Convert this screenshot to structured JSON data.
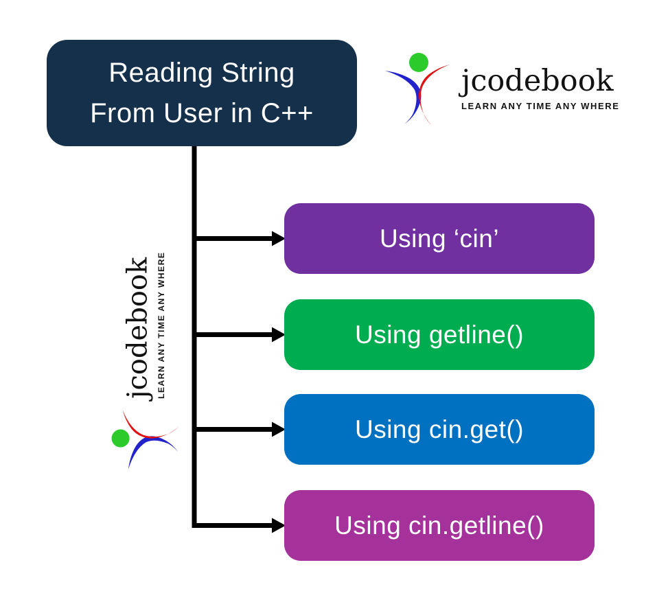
{
  "header": {
    "title_line1": "Reading String",
    "title_line2": "From User in C++",
    "bg": "#15304B"
  },
  "brand": {
    "name": "jcodebook",
    "tagline": "LEARN ANY TIME ANY WHERE",
    "figure_head_color": "#2BCB2B",
    "figure_left_color": "#2323CC",
    "figure_right_color": "#E01111"
  },
  "methods": [
    {
      "label": "Using ‘cin’",
      "bg": "#7030A0"
    },
    {
      "label": "Using getline()",
      "bg": "#00AC50"
    },
    {
      "label": "Using cin.get()",
      "bg": "#0070C0"
    },
    {
      "label": "Using cin.getline()",
      "bg": "#A5319B"
    }
  ],
  "connector": {
    "color": "#000000"
  }
}
